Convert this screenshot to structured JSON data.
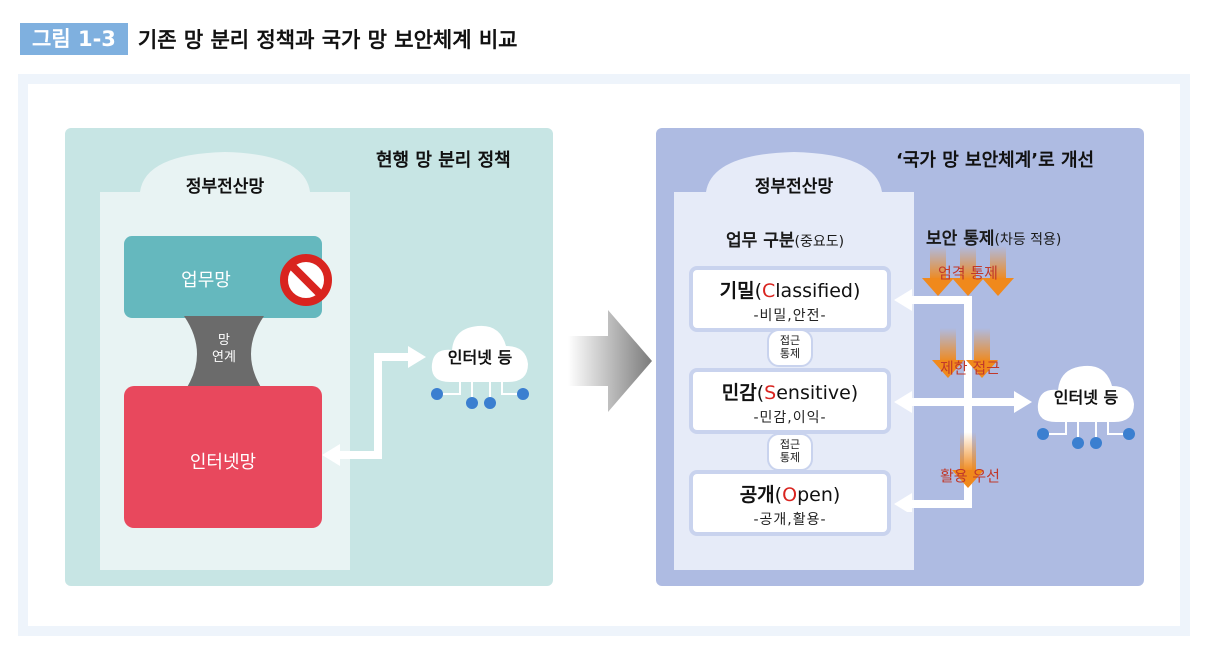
{
  "figure": {
    "number": "그림 1-3",
    "title": "기존 망 분리 정책과 국가 망 보안체계 비교"
  },
  "left": {
    "title": "현행 망 분리 정책",
    "gov_label": "정부전산망",
    "biz_net": "업무망",
    "link_line1": "망",
    "link_line2": "연계",
    "internet_net": "인터넷망",
    "cloud_label": "인터넷 등",
    "colors": {
      "panel": "#c7e5e4",
      "biz": "#65b8be",
      "internet": "#e8485d",
      "block": "#d9241f"
    }
  },
  "right": {
    "title": "‘국가 망 보안체계’로 개선",
    "gov_label": "정부전산망",
    "work_class_label": "업무 구분",
    "work_class_paren": "(중요도)",
    "security_label": "보안 통제",
    "security_paren": "(차등 적용)",
    "levels": [
      {
        "name_ko": "기밀",
        "paren_open": "(",
        "initial": "C",
        "rest": "lassified",
        "paren_close": ")",
        "sub": "-비밀,안전-"
      },
      {
        "name_ko": "민감",
        "paren_open": "(",
        "initial": "S",
        "rest": "ensitive",
        "paren_close": ")",
        "sub": "-민감,이익-"
      },
      {
        "name_ko": "공개",
        "paren_open": "(",
        "initial": "O",
        "rest": "pen",
        "paren_close": ")",
        "sub": "-공개,활용-"
      }
    ],
    "access_pill_line1": "접근",
    "access_pill_line2": "통제",
    "controls": [
      "엄격 통제",
      "제한 접근",
      "활용 우선"
    ],
    "cloud_label": "인터넷 등",
    "colors": {
      "panel": "#aebbe2",
      "orange": "#f0891c",
      "accent_red": "#d9241f"
    }
  }
}
